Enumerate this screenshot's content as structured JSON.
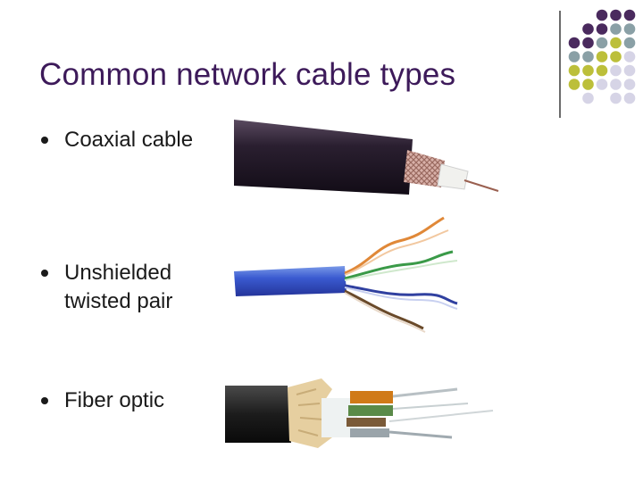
{
  "slide": {
    "title": "Common network cable types",
    "bullets": [
      {
        "line1": "Coaxial cable",
        "line2": ""
      },
      {
        "line1": "Unshielded",
        "line2": "twisted pair"
      },
      {
        "line1": "Fiber optic",
        "line2": ""
      }
    ]
  },
  "theme": {
    "title_color": "#3d1a5a",
    "dot_purple": "#4a2a5e",
    "dot_teal": "#8aa0a6",
    "dot_olive": "#bcbf3a",
    "dot_lavender": "#d6d4e6"
  }
}
